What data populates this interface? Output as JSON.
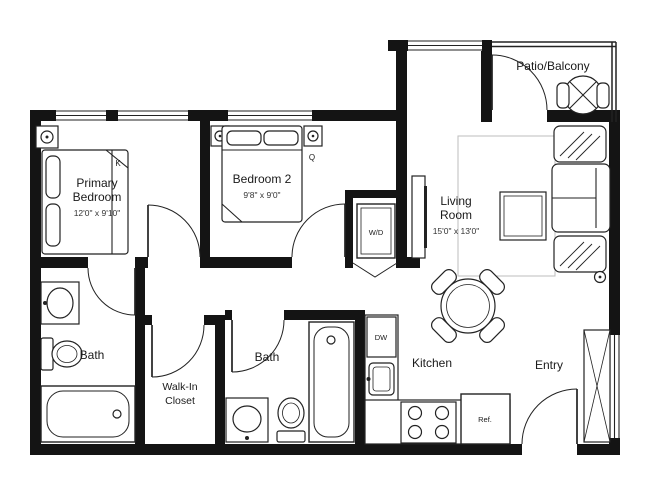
{
  "floorplan": {
    "rooms": {
      "patio": {
        "label": "Patio/Balcony"
      },
      "primary_bedroom": {
        "name_line1": "Primary",
        "name_line2": "Bedroom",
        "dims": "12'0\" x 9'10\"",
        "bed_size": "K"
      },
      "bedroom2": {
        "name": "Bedroom 2",
        "dims": "9'8\" x 9'0\"",
        "bed_size": "Q"
      },
      "living_room": {
        "name_line1": "Living",
        "name_line2": "Room",
        "dims": "15'0\" x 13'0\""
      },
      "bath1": {
        "name": "Bath"
      },
      "bath2": {
        "name": "Bath"
      },
      "walk_in_closet": {
        "name_line1": "Walk-In",
        "name_line2": "Closet"
      },
      "kitchen": {
        "name": "Kitchen"
      },
      "entry": {
        "name": "Entry"
      }
    },
    "appliances": {
      "washer_dryer": "W/D",
      "dishwasher": "DW",
      "refrigerator": "Ref."
    },
    "colors": {
      "wall": "#141414",
      "line": "#222222",
      "background": "#ffffff"
    }
  }
}
